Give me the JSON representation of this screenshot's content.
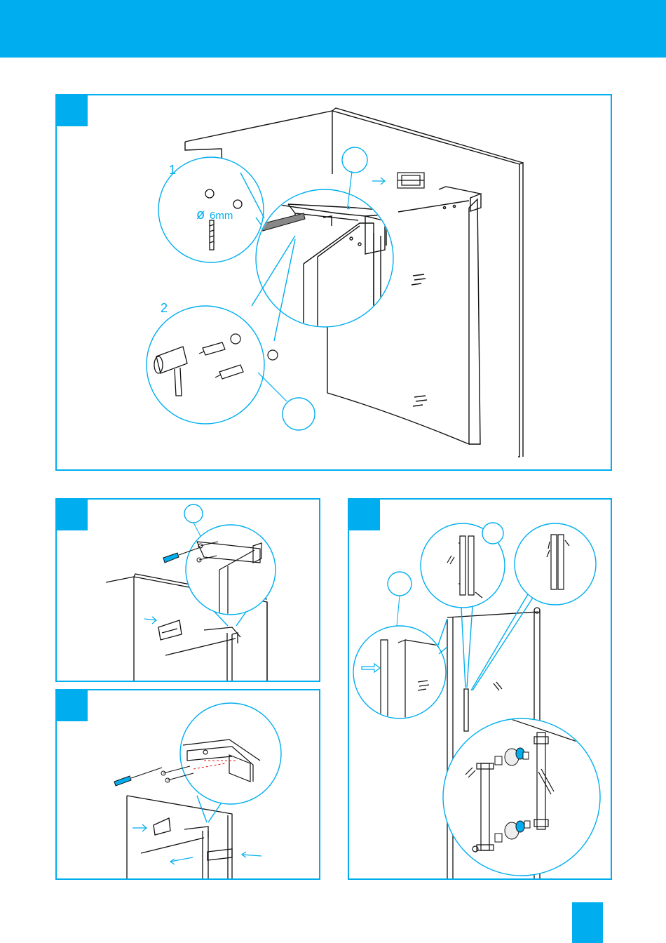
{
  "colors": {
    "accent": "#00aeef",
    "line": "#111111"
  },
  "panel_1": {
    "callouts": [
      {
        "label": "1"
      },
      {
        "label": "2"
      }
    ],
    "drill_size": "6mm",
    "diameter_symbol": "ø"
  },
  "panel_2": {},
  "panel_3": {},
  "panel_4": {},
  "icons": [
    "screwdriver-icon",
    "hammer-icon",
    "wall-plug-icon",
    "screw-icon",
    "arrow-icon"
  ]
}
